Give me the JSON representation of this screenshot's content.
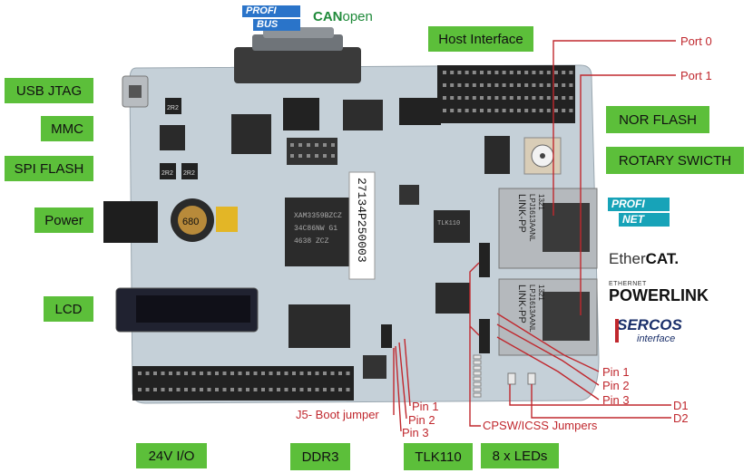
{
  "labels": {
    "usb_jtag": "USB JTAG",
    "mmc": "MMC",
    "spi_flash": "SPI FLASH",
    "power": "Power",
    "lcd": "LCD",
    "host_interface": "Host Interface",
    "nor_flash": "NOR FLASH",
    "rotary_switch": "ROTARY SWICTH",
    "io_24v": "24V I/O",
    "ddr3": "DDR3",
    "tlk110": "TLK110",
    "leds": "8 x LEDs"
  },
  "annotations": {
    "port0": "Port 0",
    "port1": "Port 1",
    "pin1_right": "Pin 1",
    "pin2_right": "Pin 2",
    "pin3_right": "Pin 3",
    "d1": "D1",
    "d2": "D2",
    "boot_jumper": "J5- Boot jumper",
    "pin1_left": "Pin 1",
    "pin2_left": "Pin 2",
    "pin3_left": "Pin 3",
    "cpsw_jumpers": "CPSW/ICSS Jumpers"
  },
  "logos": {
    "profibus": [
      "PROFI",
      "BUS"
    ],
    "canopen_can": "CAN",
    "canopen_open": "open",
    "profinet": [
      "PROFI",
      "NET"
    ],
    "ethercat_ether": "Ether",
    "ethercat_cat": "CAT.",
    "powerlink_small": "ETHERNET",
    "powerlink": "POWERLINK",
    "sercos": "SERCOS",
    "sercos_sub": "interface"
  },
  "board": {
    "serial": "27134P250003",
    "chip_main": [
      "XAM3359BZCZ",
      "34C86NW G1",
      "4638 ZCZ"
    ],
    "chip_tlk": "TLK110",
    "jack_text": [
      "LINK-PP",
      "LPJ1613AANL",
      "1321"
    ],
    "inductor": "680",
    "smd": "2R2"
  },
  "colors": {
    "tag_green": "#5cbf3a",
    "annotation_red": "#c0282e",
    "board_blue": "#c5d0d8"
  }
}
